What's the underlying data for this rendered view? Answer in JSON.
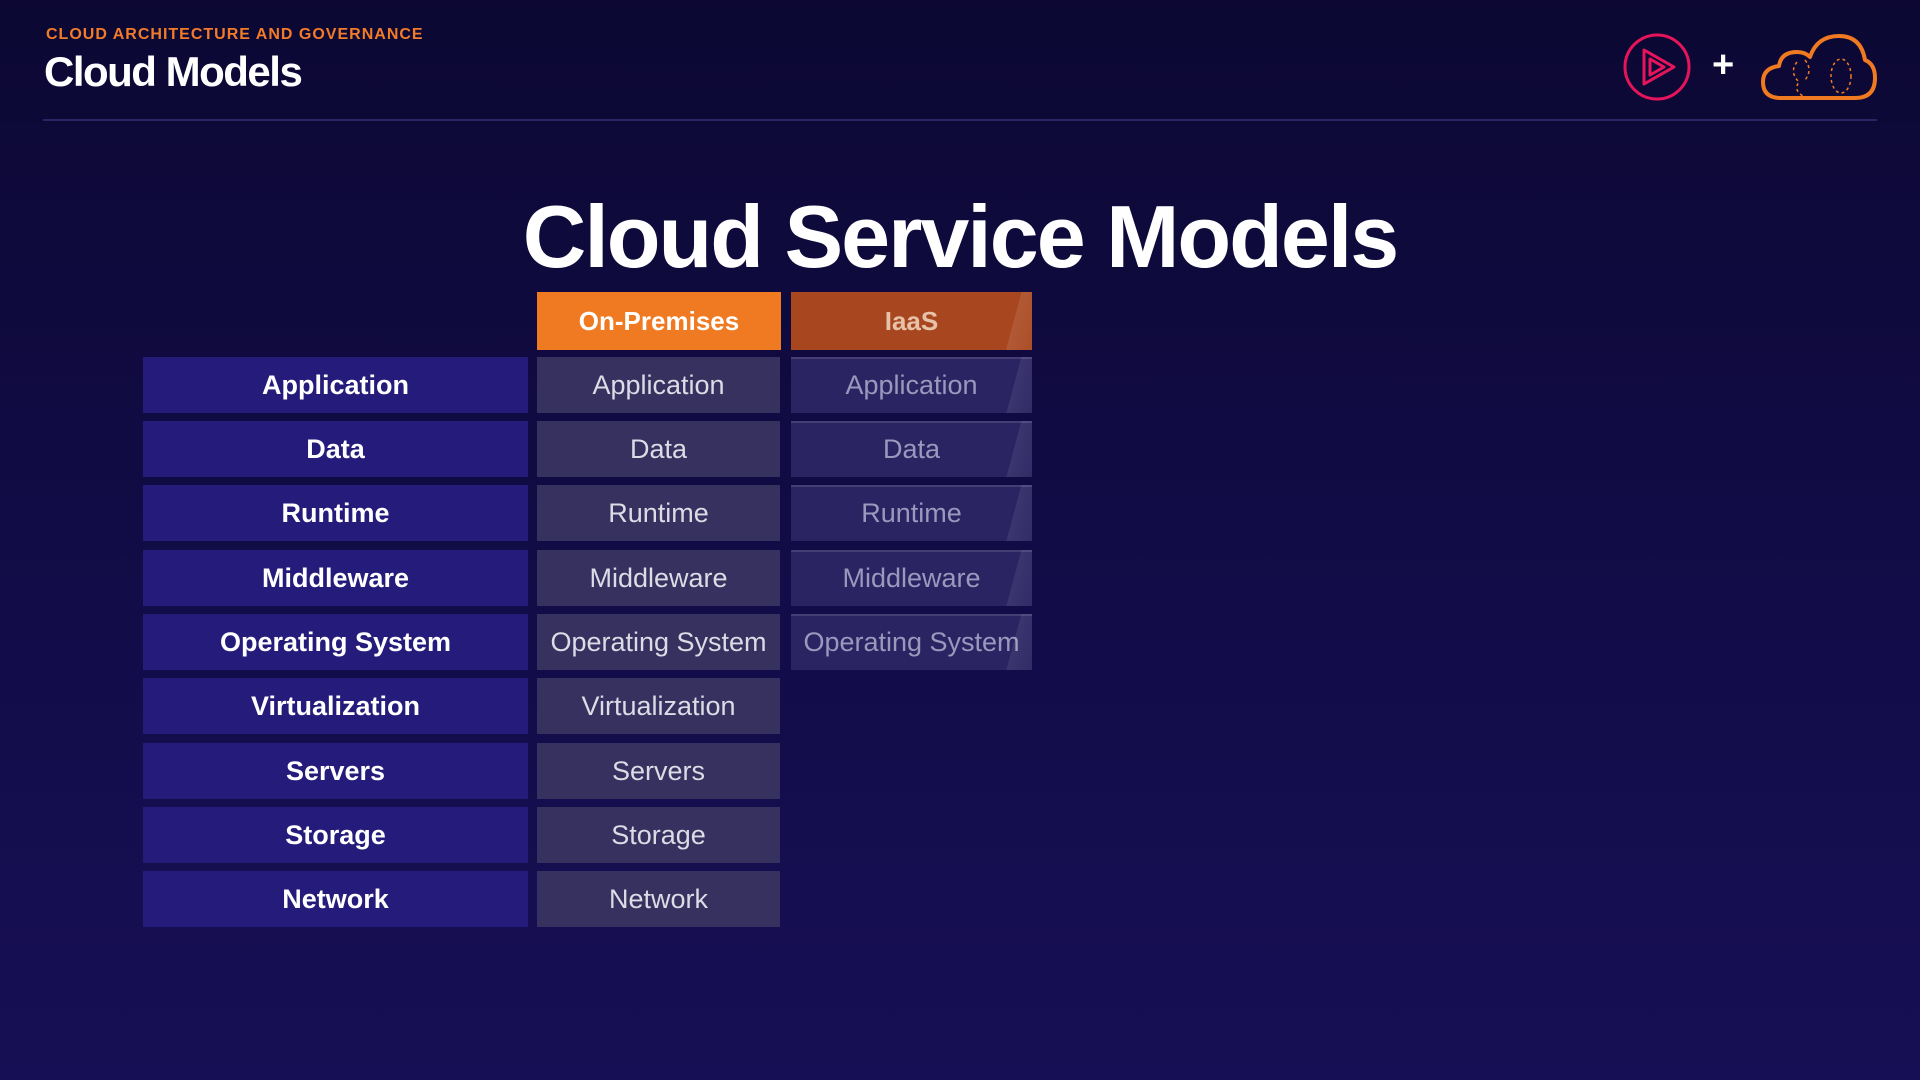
{
  "header": {
    "kicker": "CLOUD ARCHITECTURE AND GOVERNANCE",
    "section_title": "Cloud Models",
    "plus": "+"
  },
  "colors": {
    "accent_orange": "#f07a22",
    "brand_pink": "#e6145a",
    "row_label_bg": "#241b7a",
    "background": "#120c48"
  },
  "icons": [
    "pluralsight-play-icon",
    "plus-icon",
    "cloud-icon"
  ],
  "main": {
    "title": "Cloud Service Models",
    "columns": [
      "On-Premises",
      "IaaS"
    ],
    "row_labels": [
      "Application",
      "Data",
      "Runtime",
      "Middleware",
      "Operating System",
      "Virtualization",
      "Servers",
      "Storage",
      "Network"
    ],
    "on_premises": [
      "Application",
      "Data",
      "Runtime",
      "Middleware",
      "Operating System",
      "Virtualization",
      "Servers",
      "Storage",
      "Network"
    ],
    "iaas": [
      "Application",
      "Data",
      "Runtime",
      "Middleware",
      "Operating System"
    ]
  }
}
